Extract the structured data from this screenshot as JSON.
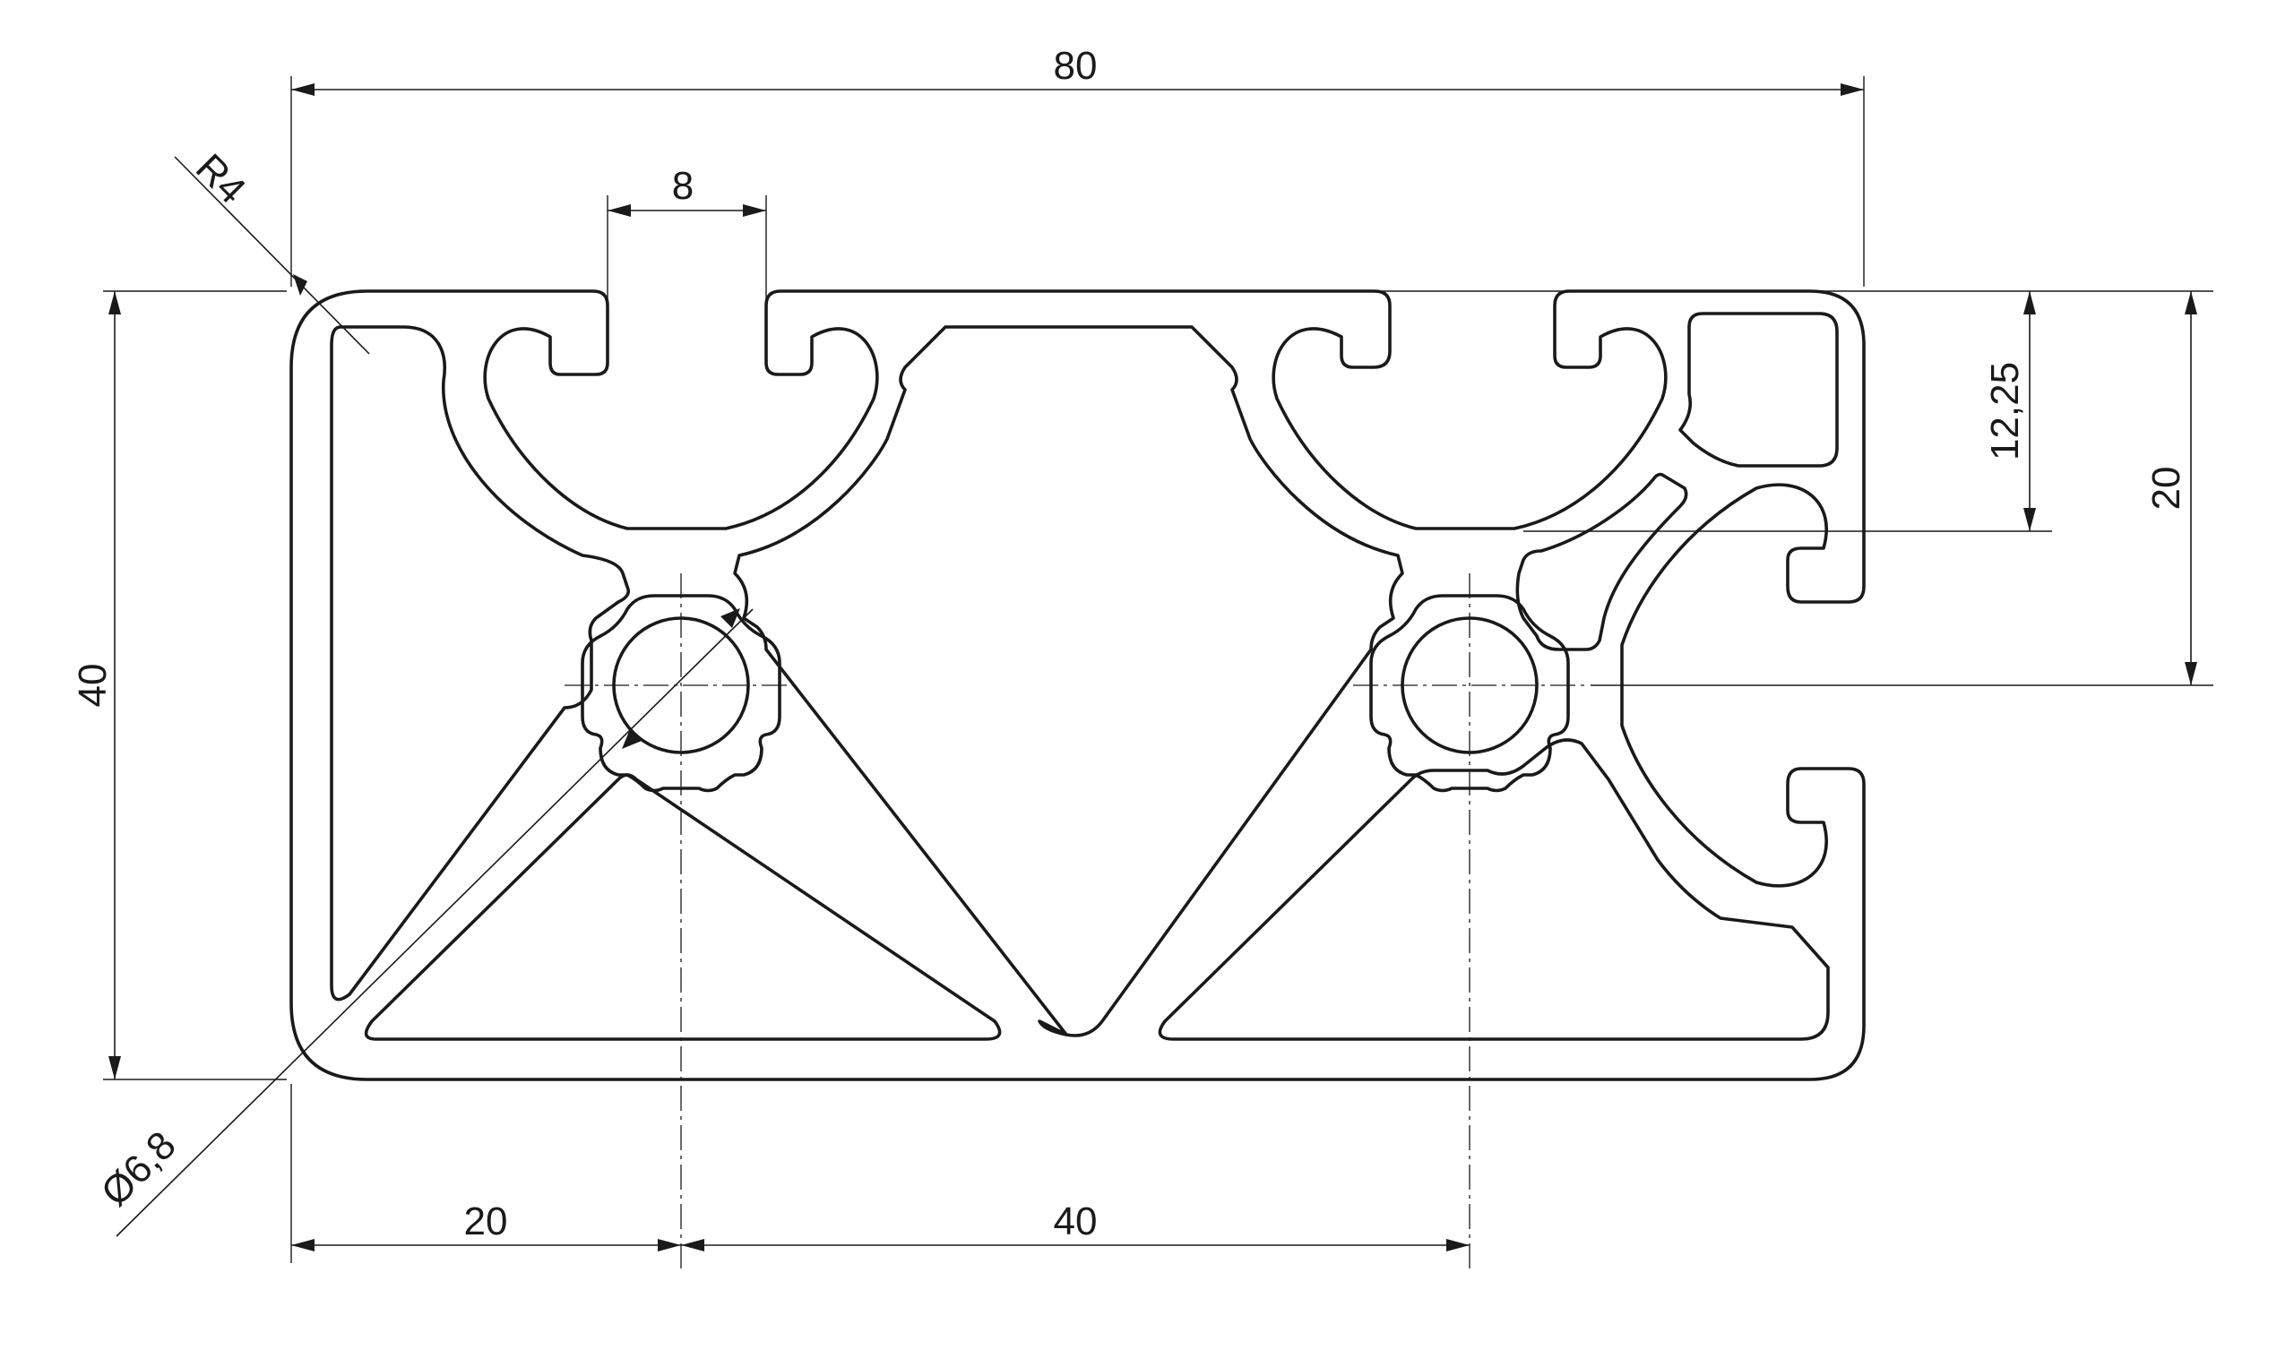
{
  "dimensions": {
    "overall_width": "80",
    "slot_width": "8",
    "radius": "R4",
    "height": "40",
    "diameter": "Ø6,8",
    "slot_depth": "12,25",
    "half_height": "20",
    "first_center": "20",
    "center_spacing": "40"
  },
  "colors": {
    "line": "#1a1a1a",
    "background": "#ffffff"
  }
}
